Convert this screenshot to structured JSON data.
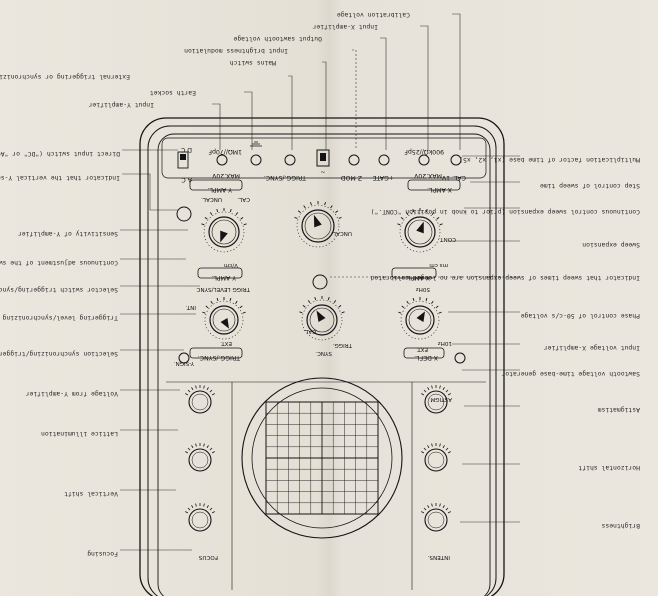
{
  "callouts": {
    "calibration_voltage": "Calibration voltage",
    "input_x_amplifier": "Input X-amplifier",
    "output_sawtooth_voltage": "Output sawtooth voltage",
    "input_brightness_modulation": "Input brightness modulation",
    "mains_switch": "Mains switch",
    "external_triggering": "External triggering or synchronizing voltage",
    "earth_socket": "Earth socket",
    "input_y_amplifier": "Input Y-amplifier",
    "multiplication_factor": "Multiplication factor of time base (x1, x2, x5)",
    "step_control_sweep": "Step control of sweep time",
    "continuous_sweep_control": "Continuous control sweep expansion (prior to knob in position \"CONT.\")",
    "sweep_expansion": "Sweep expansion",
    "indicator_sweep_time": "Indicator that sweep times of sweep expansion are no longer calibrated",
    "phase_control": "Phase control of 50-c/s voltage",
    "input_voltage_x_amp": "Input voltage X-amplifier",
    "sawtooth_voltage_generator": "Sawtooth voltage time-base generator",
    "astigmatism": "Astigmatism",
    "horizontal_shift": "Horizontal shift",
    "brightness": "Brightness",
    "direct_input_switch": "Direct input switch (\"DC\" or \"AC\") on",
    "indicator_y_sensitivity": "Indicator that the vertical Y-sensitivity (knob in position \"UNCAL.\") is no longer calibrated",
    "sensitivity_y_amplifier": "Sensitivity of Y-amplifier",
    "continuous_adjustment": "Continuous adjustment of the sweep time",
    "selector_switch": "Selector switch triggering/synchronization",
    "triggering_level": "Triggering level/synchronizing sensitivity",
    "selection_sync": "Selection synchronizing/triggering voltage",
    "voltage_from_y_amp": "Voltage from Y-amplifier",
    "lattice_illumination": "Lattice illumination",
    "vertical_shift": "Vertical shift",
    "focusing": "Focusing"
  },
  "panel": {
    "dc": "D C",
    "ac": "A C",
    "y_input": "1MΩ//70pF",
    "y_max": "MAX.20V",
    "trig_sync": "TRIGG./SYNC.",
    "z_mod": "Z MOD",
    "gate": "+GATE",
    "x_input": "900kΩ//25pF",
    "x_max": "MAX.20V",
    "cal": "CAL. 1V",
    "y_ampl": "Y AMPL.",
    "v_cm": "V/cm",
    "uncal": "UNCAL.",
    "cal_label": "CAL.",
    "x_ampl": "X AMPL.",
    "cont": "CONT.",
    "ms_cm": "ms cm",
    "trigg_level_sync": "TRIGG LEVEL/SYNC",
    "int": "INT.",
    "ext": "EXT.",
    "50hz": "50Hz",
    "10hz": "10Hz",
    "trigg_sync_ext": "TRIGG./SYNC.",
    "y_sign": "Y-SIGN.",
    "x_defl": "X-DEFL.",
    "astigm": "ASTIGM.",
    "focus": "FOCUS",
    "intens": "INTENS.",
    "sync": "SYNC.",
    "trigg": "TRIGG."
  }
}
